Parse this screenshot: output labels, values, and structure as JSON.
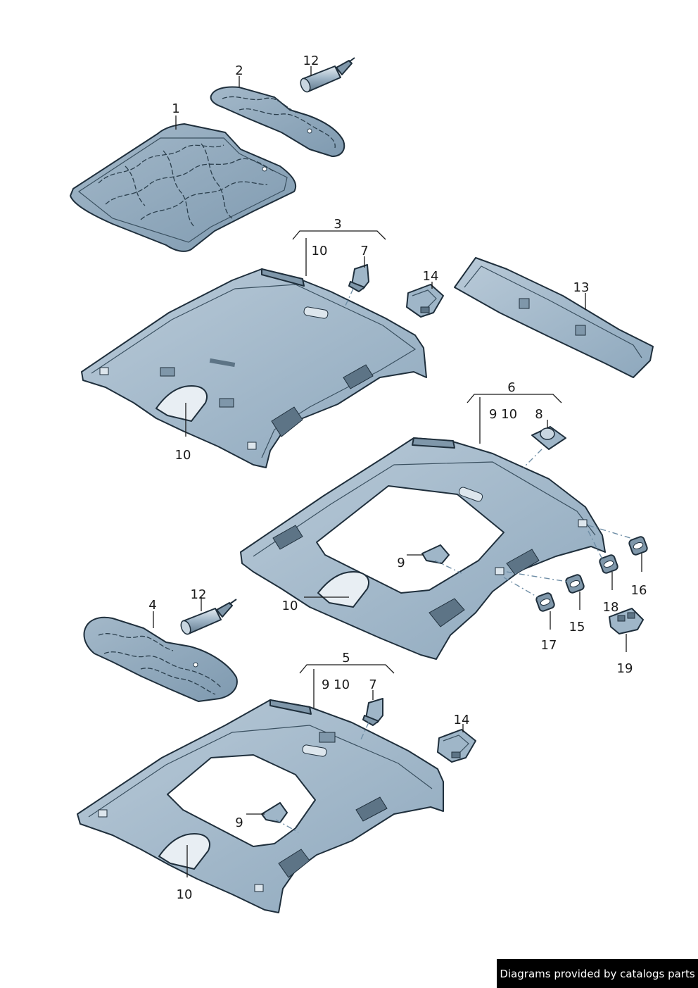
{
  "labels": {
    "p1": "1",
    "p2": "2",
    "p3": "3",
    "p4": "4",
    "p5": "5",
    "p6": "6",
    "p7a": "7",
    "p7b": "7",
    "p8": "8",
    "p9a": "9",
    "p9b": "9",
    "p9_10a": "9 10",
    "p9_10b": "9 10",
    "p10a": "10",
    "p10b": "10",
    "p10c": "10",
    "p10d": "10",
    "p12a": "12",
    "p12b": "12",
    "p13": "13",
    "p14a": "14",
    "p14b": "14",
    "p15": "15",
    "p16": "16",
    "p17": "17",
    "p18": "18",
    "p19": "19"
  },
  "footer": {
    "text": "Diagrams provided by catalogs parts"
  },
  "colors": {
    "headliner_fill": "#9fb6c8",
    "headliner_dark": "#7f9bb0",
    "mat_fill": "#8ea8bd",
    "part_stroke": "#1f2f3c",
    "footer_bg": "#000000",
    "footer_text": "#ffffff"
  }
}
